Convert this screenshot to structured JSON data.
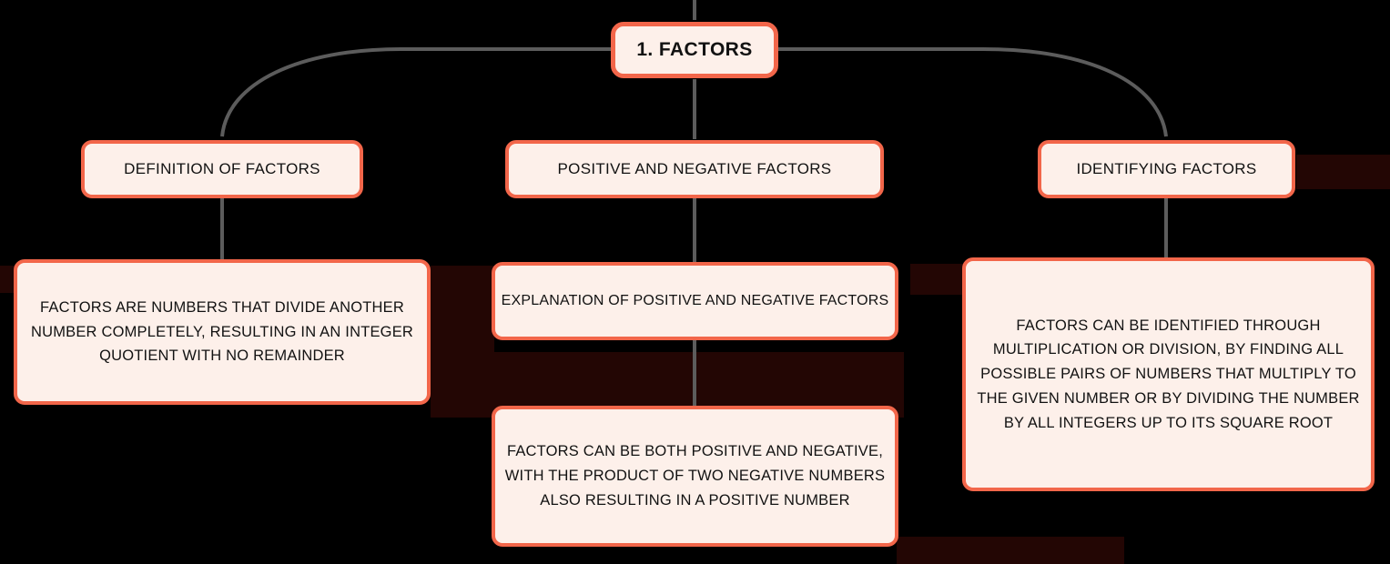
{
  "diagram": {
    "type": "mind-map",
    "title": "1. FACTORS",
    "theme": {
      "background": "#000000",
      "node_fill": "#fdf0ea",
      "node_border": "#f2664a",
      "connector": "#5c5c5c",
      "text": "#121212",
      "artifact": "#230604"
    },
    "root": {
      "label": "1. FACTORS"
    },
    "branches": [
      {
        "label": "DEFINITION OF FACTORS",
        "children": [
          {
            "label": "FACTORS ARE NUMBERS THAT DIVIDE ANOTHER NUMBER COMPLETELY, RESULTING IN AN INTEGER QUOTIENT WITH NO REMAINDER"
          }
        ]
      },
      {
        "label": "POSITIVE AND NEGATIVE FACTORS",
        "children": [
          {
            "label": "EXPLANATION OF POSITIVE AND NEGATIVE FACTORS"
          },
          {
            "label": "FACTORS CAN BE BOTH POSITIVE AND NEGATIVE, WITH THE PRODUCT OF TWO NEGATIVE NUMBERS ALSO RESULTING IN A POSITIVE NUMBER"
          }
        ]
      },
      {
        "label": "IDENTIFYING FACTORS",
        "children": [
          {
            "label": "FACTORS CAN BE IDENTIFIED THROUGH MULTIPLICATION OR DIVISION, BY FINDING ALL POSSIBLE PAIRS OF NUMBERS THAT MULTIPLY TO THE GIVEN NUMBER OR BY DIVIDING THE NUMBER BY ALL INTEGERS UP TO ITS SQUARE ROOT"
          }
        ]
      }
    ]
  }
}
